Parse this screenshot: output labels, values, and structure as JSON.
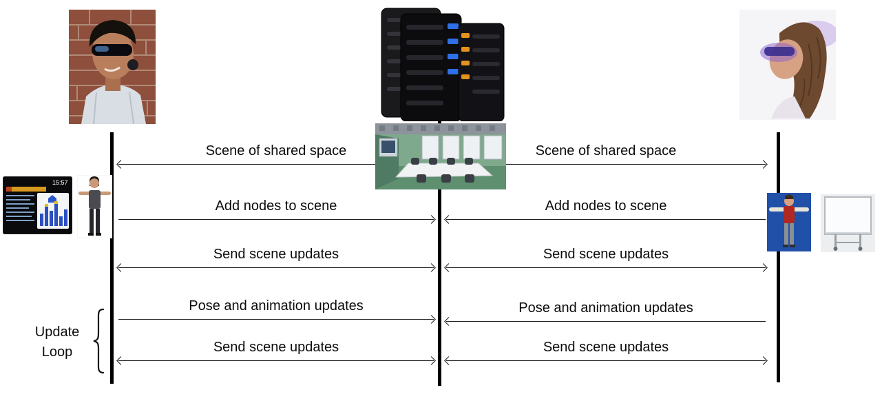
{
  "diagram": {
    "update_loop_label": "Update Loop",
    "left_messages": [
      {
        "label": "Scene of shared space",
        "direction": "to-left-user"
      },
      {
        "label": "Add nodes to scene",
        "direction": "to-server"
      },
      {
        "label": "Send scene updates",
        "direction": "both"
      },
      {
        "label": "Pose and animation updates",
        "direction": "to-server"
      },
      {
        "label": "Send scene updates",
        "direction": "both"
      }
    ],
    "right_messages": [
      {
        "label": "Scene of shared space",
        "direction": "to-right-user"
      },
      {
        "label": "Add nodes to scene",
        "direction": "to-server"
      },
      {
        "label": "Send scene updates",
        "direction": "both"
      },
      {
        "label": "Pose and animation updates",
        "direction": "to-server"
      },
      {
        "label": "Send scene updates",
        "direction": "both"
      }
    ],
    "dashboard_time": "15:57",
    "images": {
      "left_user": "man-wearing-ar-headset-photo",
      "server": "server-towers-illustration",
      "right_user": "woman-wearing-ar-glasses-photo",
      "shared_scene": "virtual-meeting-room-render",
      "dashboard": "dashboard-screen-capture",
      "left_avatar": "female-avatar-t-pose",
      "right_avatar": "avatar-t-pose-blue-background",
      "whiteboard": "virtual-whiteboard"
    }
  }
}
